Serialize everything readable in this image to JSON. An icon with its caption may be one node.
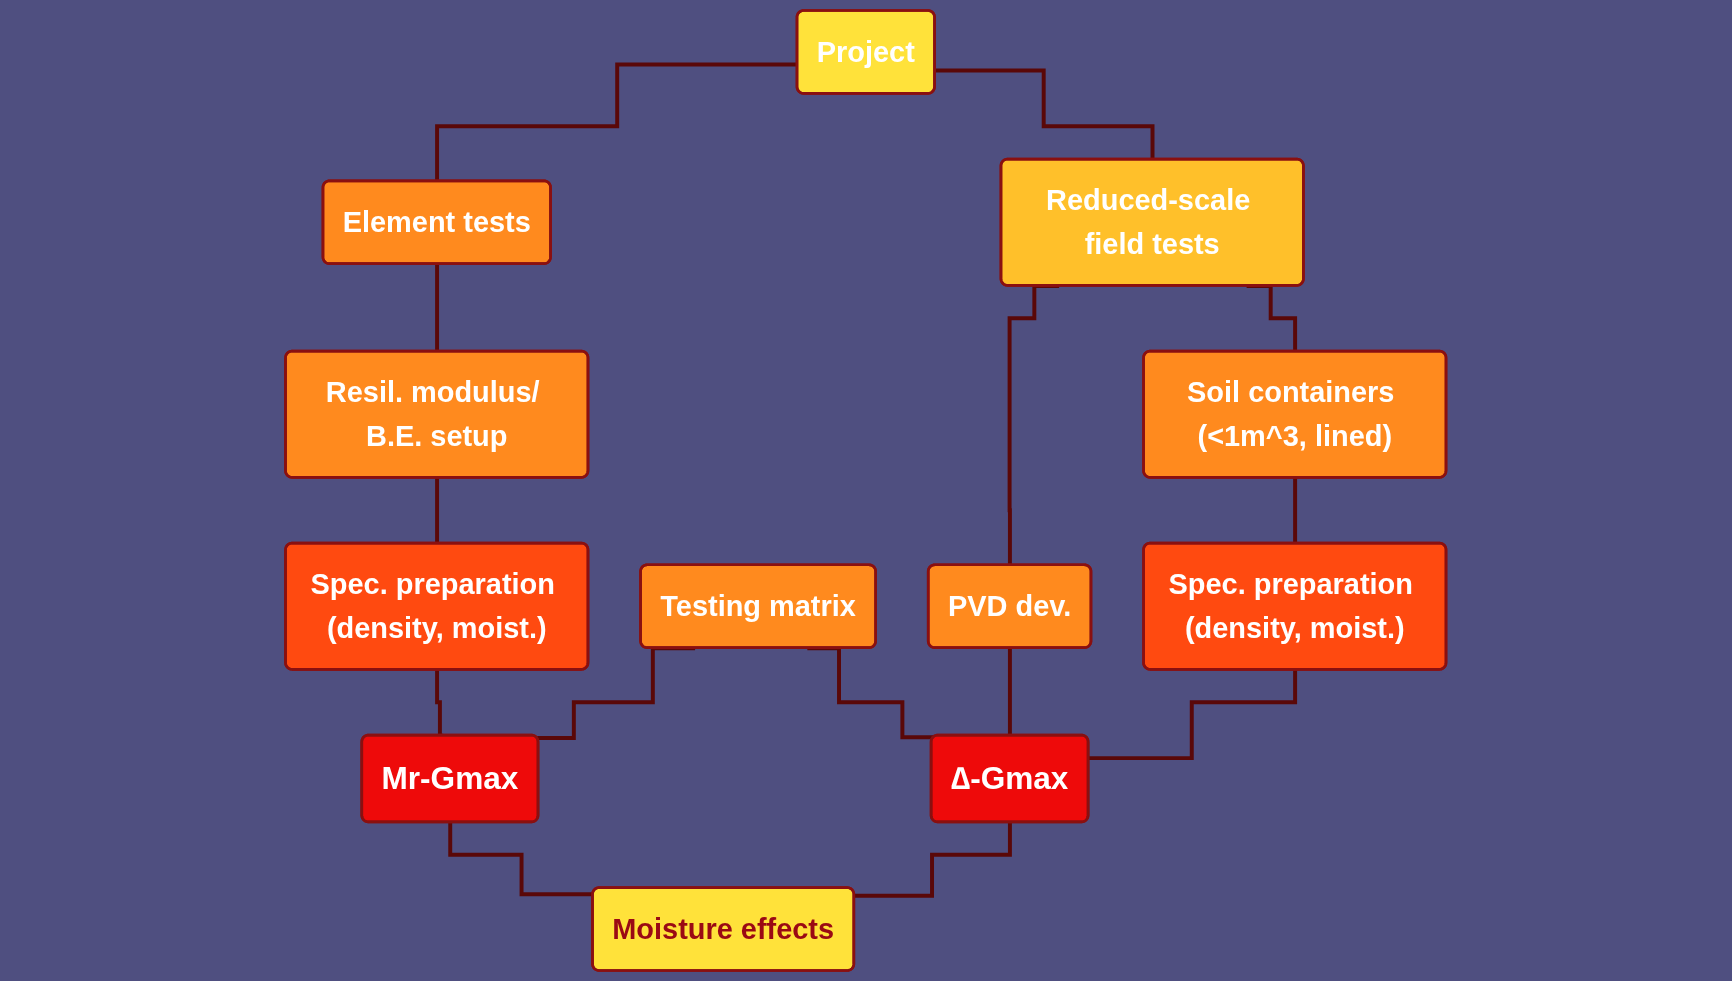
{
  "diagram": {
    "nodes": [
      {
        "text": [
          "Project"
        ]
      },
      {
        "text": [
          "Element tests"
        ]
      },
      {
        "text": [
          "Reduced-scale field tests"
        ]
      },
      {
        "text": [
          "Resil. modulus/ B.E. setup"
        ]
      },
      {
        "text": [
          "PVD dev."
        ]
      },
      {
        "text": [
          "Soil containers (<1m^3, lined)"
        ]
      },
      {
        "text": [
          "Spec. preparation (density, moist.)"
        ]
      },
      {
        "text": [
          "Spec. preparation (density, moist.)"
        ]
      },
      {
        "text": [
          "Testing matrix"
        ]
      },
      {
        "text": [
          "Mr-Gmax"
        ]
      },
      {
        "text": [
          "∆-Gmax"
        ]
      },
      {
        "text": [
          "Moisture effects"
        ]
      }
    ],
    "edges": [
      {
        "from": 0,
        "to": 1,
        "arrow": "none"
      },
      {
        "from": 0,
        "to": 2,
        "arrow": "none"
      },
      {
        "from": 1,
        "to": 3,
        "arrow": "none"
      },
      {
        "from": 2,
        "to": 4,
        "arrow": "none"
      },
      {
        "from": 2,
        "to": 5,
        "arrow": "none"
      },
      {
        "from": 3,
        "to": 6,
        "arrow": "none"
      },
      {
        "from": 5,
        "to": 7,
        "arrow": "none"
      },
      {
        "from": 6,
        "to": 9,
        "arrow": "none"
      },
      {
        "from": 8,
        "to": 9,
        "arrow": "none"
      },
      {
        "from": 8,
        "to": 10,
        "arrow": "none"
      },
      {
        "from": 4,
        "to": 10,
        "arrow": "none"
      },
      {
        "from": 7,
        "to": 10,
        "arrow": "none"
      },
      {
        "from": 9,
        "to": 11,
        "arrow": "none"
      },
      {
        "from": 10,
        "to": 11,
        "arrow": "none"
      }
    ]
  }
}
